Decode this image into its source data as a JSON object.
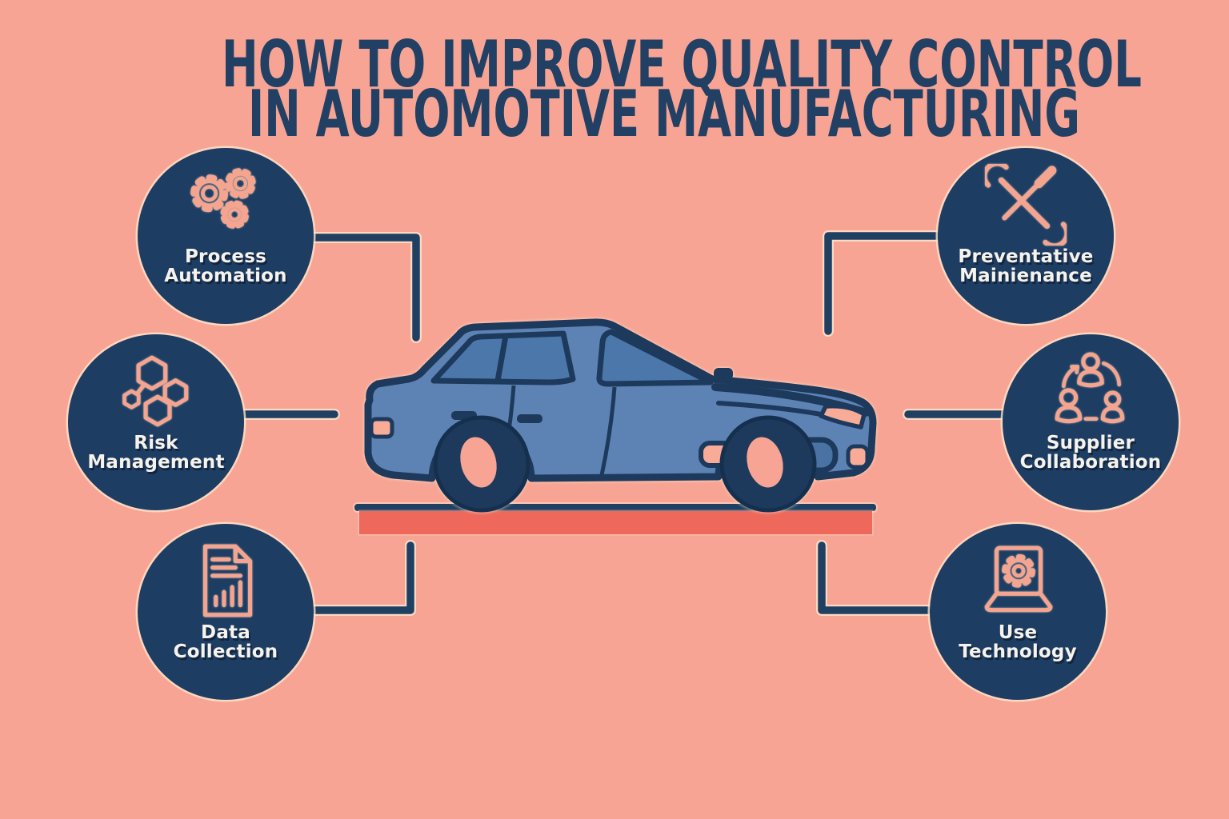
{
  "title": {
    "line1": "HOW TO IMPROVE QUALITY CONTROL",
    "line2": "IN AUTOMOTIVE MANUFACTURING"
  },
  "nodes": [
    {
      "id": "process-automation",
      "icon": "gears-icon",
      "label_line1": "Process",
      "label_line2": "Automation"
    },
    {
      "id": "risk-management",
      "icon": "hexagons-icon",
      "label_line1": "Risk",
      "label_line2": "Management"
    },
    {
      "id": "data-collection",
      "icon": "report-document-icon",
      "label_line1": "Data",
      "label_line2": "Collection"
    },
    {
      "id": "preventative-maintenance",
      "icon": "wrench-screwdriver-icon",
      "label_line1": "Preventative",
      "label_line2": "Mainienance"
    },
    {
      "id": "supplier-collaboration",
      "icon": "people-cycle-icon",
      "label_line1": "Supplier",
      "label_line2": "Collaboration"
    },
    {
      "id": "use-technology",
      "icon": "laptop-gear-icon",
      "label_line1": "Use",
      "label_line2": "Technology"
    }
  ],
  "colors": {
    "background": "#f7a494",
    "title": "#214063",
    "node": "#1e3d63",
    "accent_icon": "#f5a58f",
    "label": "#f6f3ed",
    "connector": "#204063",
    "platform_red": "#ee695b",
    "car_body": "#5d83b4",
    "car_window": "#4c77ab",
    "car_panel": "#4a73a4",
    "car_outline": "#1d3a5c",
    "car_light_pink": "#f8ab97"
  }
}
